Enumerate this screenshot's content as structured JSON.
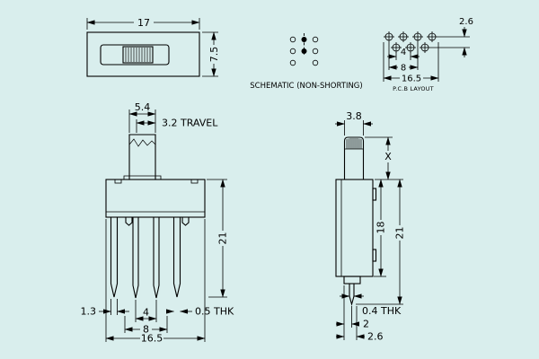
{
  "colors": {
    "background": "#d9eeed",
    "line": "#000000"
  },
  "top_view": {
    "width_dim": "17",
    "height_dim": "7.5"
  },
  "schematic": {
    "caption": "SCHEMATIC (NON-SHORTING)"
  },
  "pcb_layout": {
    "caption": "P.C.B LAYOUT",
    "row_spacing_dim": "2.6",
    "pitch_dim": "4",
    "span_dim": "8",
    "overall_dim": "16.5"
  },
  "front_view": {
    "stem_width_dim": "5.4",
    "travel_dim": "3.2 TRAVEL",
    "height_dim": "21",
    "lug_width_dim": "1.3",
    "pin_pitch_dim": "4",
    "pin_span_dim": "8",
    "overall_width_dim": "16.5",
    "thickness_dim": "0.5 THK"
  },
  "side_view": {
    "depth_dim": "3.8",
    "stem_height_dim": "X",
    "body_height_dim": "18",
    "overall_height_dim": "21",
    "pin_thickness_dim": "0.4 THK",
    "pin_offset_dim": "2",
    "pin_edge_offset_dim": "2.6"
  }
}
